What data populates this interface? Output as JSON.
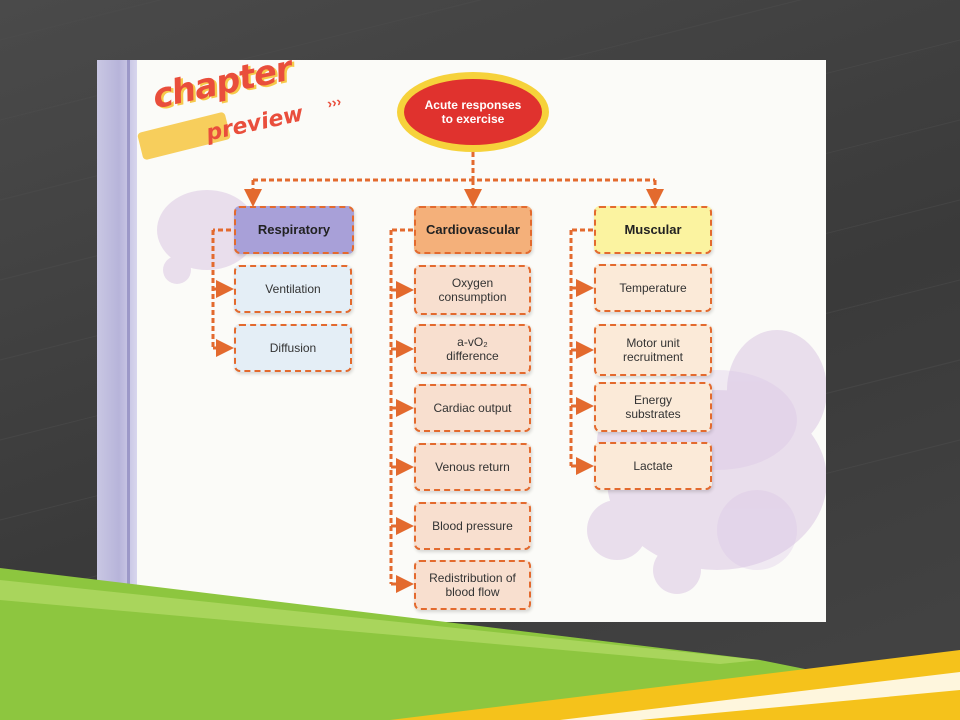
{
  "diagram": {
    "root_line1": "Acute responses",
    "root_line2": "to exercise",
    "badge": {
      "word1": "chapter",
      "word2": "preview",
      "chevrons": "›››"
    },
    "columns": [
      {
        "header": "Respiratory",
        "items": [
          {
            "lines": [
              "Ventilation"
            ]
          },
          {
            "lines": [
              "Diffusion"
            ]
          }
        ]
      },
      {
        "header": "Cardiovascular",
        "items": [
          {
            "lines": [
              "Oxygen",
              "consumption"
            ]
          },
          {
            "lines": [
              "a-vO₂",
              "difference"
            ]
          },
          {
            "lines": [
              "Cardiac output"
            ]
          },
          {
            "lines": [
              "Venous return"
            ]
          },
          {
            "lines": [
              "Blood pressure"
            ]
          },
          {
            "lines": [
              "Redistribution of",
              "blood flow"
            ]
          }
        ]
      },
      {
        "header": "Muscular",
        "items": [
          {
            "lines": [
              "Temperature"
            ]
          },
          {
            "lines": [
              "Motor unit",
              "recruitment"
            ]
          },
          {
            "lines": [
              "Energy",
              "substrates"
            ]
          },
          {
            "lines": [
              "Lactate"
            ]
          }
        ]
      }
    ]
  },
  "colors": {
    "connector": "#e36a2e",
    "root_fill": "#e0322e",
    "root_ring": "#f6d23b",
    "respiratory_header": "#a8a0d8",
    "cardiovascular_header": "#f4b07a",
    "muscular_header": "#fbf3a0",
    "slide_background": "#3f3f3f",
    "accent_green": "#8dc63f",
    "accent_yellow": "#f5c21b"
  }
}
